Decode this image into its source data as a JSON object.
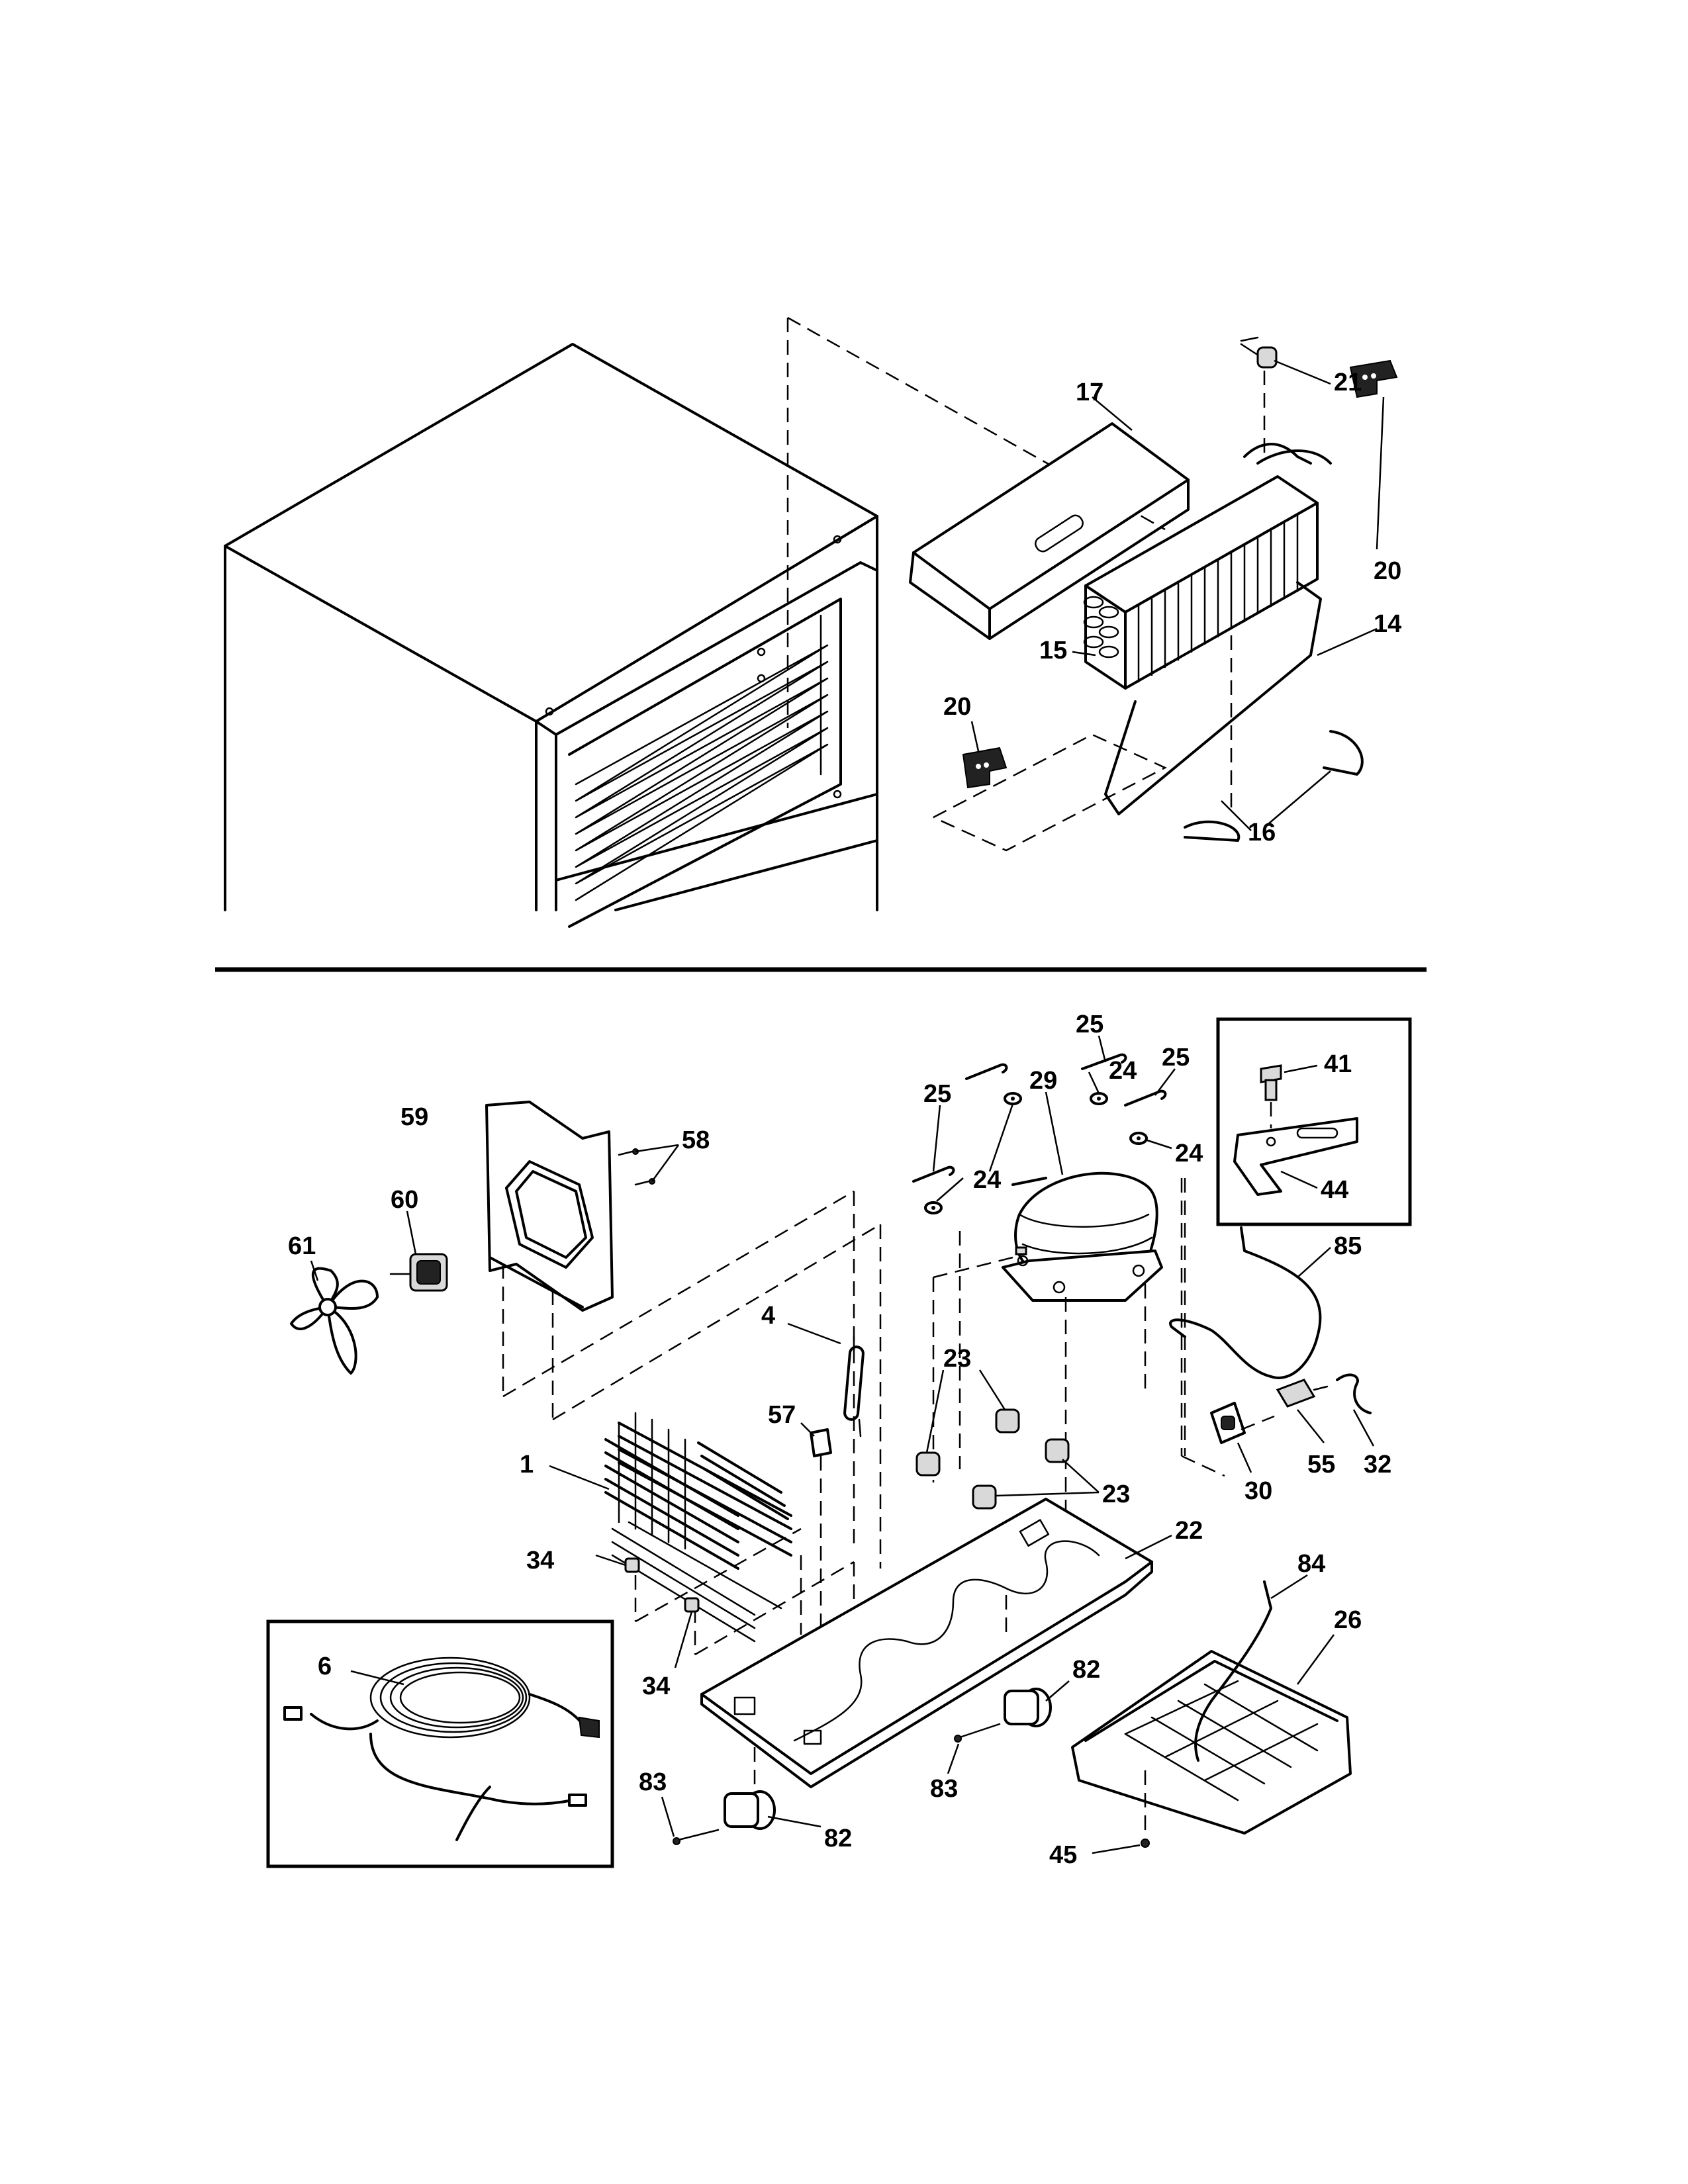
{
  "labels": {
    "l17": "17",
    "l21": "21",
    "l20a": "20",
    "l15": "15",
    "l14": "14",
    "l20b": "20",
    "l16": "16",
    "l25a": "25",
    "l25b": "25",
    "l25c": "25",
    "l24a": "24",
    "l24b": "24",
    "l24c": "24",
    "l29": "29",
    "l41": "41",
    "l44": "44",
    "l59": "59",
    "l58": "58",
    "l60": "60",
    "l61": "61",
    "l85": "85",
    "l4": "4",
    "l23a": "23",
    "l23b": "23",
    "l57": "57",
    "l1": "1",
    "l32": "32",
    "l55": "55",
    "l30": "30",
    "l34a": "34",
    "l34b": "34",
    "l22": "22",
    "l84": "84",
    "l26": "26",
    "l6": "6",
    "l82a": "82",
    "l82b": "82",
    "l83a": "83",
    "l83b": "83",
    "l45": "45"
  }
}
